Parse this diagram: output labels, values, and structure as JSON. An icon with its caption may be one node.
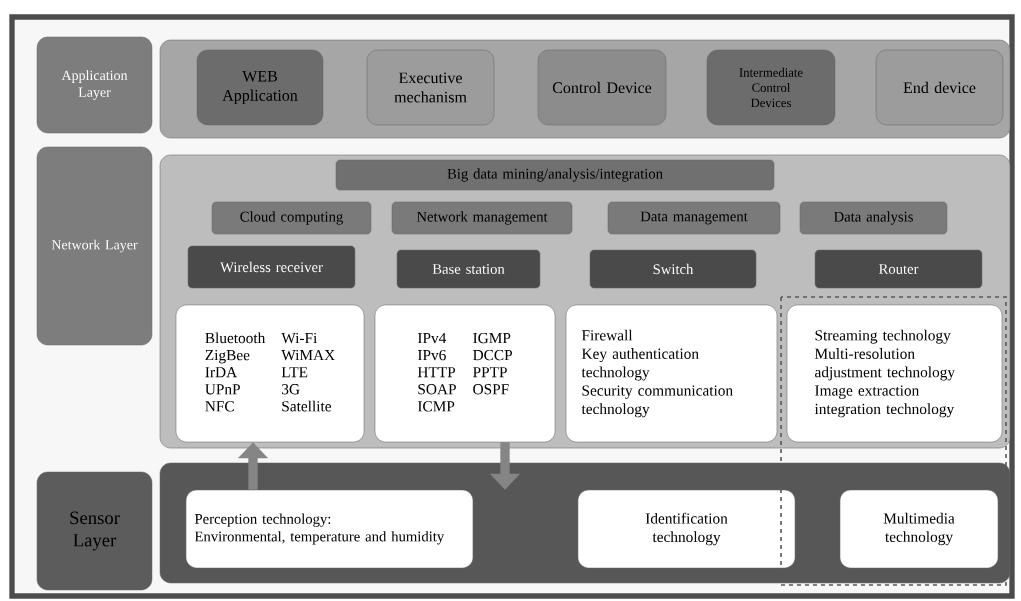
{
  "diagram": {
    "nodes": [
      {
        "text": [
          "Application Layer"
        ]
      },
      {
        "text": [],
        "shape": "box"
      },
      {
        "text": [
          "WEB Application"
        ],
        "in": 1
      },
      {
        "text": [
          "Executive mechanism"
        ],
        "in": 1
      },
      {
        "text": [
          "Control Device"
        ],
        "in": 1
      },
      {
        "text": [
          "Intermediate Control Devices"
        ],
        "in": 1
      },
      {
        "text": [
          "End device"
        ],
        "in": 1
      },
      {
        "text": [
          "Network Layer"
        ]
      },
      {
        "text": [],
        "shape": "box"
      },
      {
        "text": [
          "Big data mining/analysis/integration"
        ],
        "in": 8
      },
      {
        "text": [
          "Cloud computing"
        ],
        "in": 8
      },
      {
        "text": [
          "Network management"
        ],
        "in": 8
      },
      {
        "text": [
          "Data management"
        ],
        "in": 8
      },
      {
        "text": [
          "Data analysis"
        ],
        "in": 8
      },
      {
        "text": [
          "Wireless receiver"
        ],
        "in": 8
      },
      {
        "text": [
          "Base station"
        ],
        "in": 8
      },
      {
        "text": [
          "Switch"
        ],
        "in": 8
      },
      {
        "text": [
          "Router"
        ],
        "in": 8
      },
      {
        "text": [
          "Bluetooth",
          "Wi-Fi",
          "ZigBee",
          "WiMAX",
          "IrDA",
          "LTE",
          "UPnP",
          "3G",
          "NFC",
          "Satellite"
        ],
        "in": 8
      },
      {
        "text": [
          "IPv4",
          "IGMP",
          "IPv6",
          "DCCP",
          "HTTP",
          "PPTP",
          "SOAP",
          "OSPF",
          "ICMP"
        ],
        "in": 8
      },
      {
        "text": [
          "Firewall",
          "Key authentication technology",
          "Security communication technology"
        ],
        "in": 8
      },
      {
        "text": [
          "Streaming technology",
          "Multi-resolution adjustment technology",
          "Image extraction integration technology"
        ],
        "in": 8
      },
      {
        "text": [
          "Sensor Layer"
        ]
      },
      {
        "text": [],
        "shape": "box"
      },
      {
        "text": [
          "Perception technology:",
          "Environmental, temperature and humidity"
        ],
        "in": 23
      },
      {
        "text": [
          "Identification technology"
        ],
        "in": 23
      },
      {
        "text": [
          "Multimedia technology"
        ],
        "in": 23
      }
    ],
    "edges": [
      {
        "from": 24,
        "to": 18,
        "arrow": "to"
      },
      {
        "from": 19,
        "to": 24,
        "arrow": "to"
      }
    ]
  }
}
